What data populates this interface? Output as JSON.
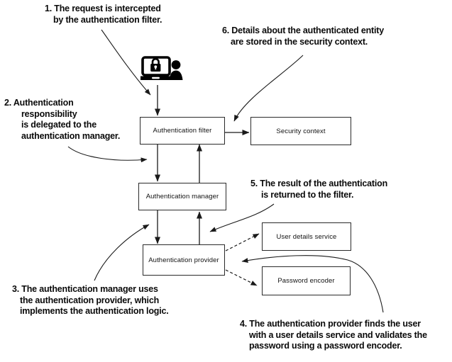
{
  "canvas": {
    "background": "#ffffff",
    "line_color": "#1a1a1a",
    "text_color": "#0a0a0a"
  },
  "icons": {
    "client": "laptop-lock-user-icon"
  },
  "boxes": {
    "authentication_filter": "Authentication filter",
    "security_context": "Security context",
    "authentication_manager": "Authentication manager",
    "authentication_provider": "Authentication provider",
    "user_details_service": "User details service",
    "password_encoder": "Password encoder"
  },
  "annotations": {
    "step1": {
      "lines": [
        "1. The request is intercepted",
        "by the authentication filter."
      ]
    },
    "step2": {
      "lines": [
        "2. Authentication",
        "responsibility",
        "is delegated to the",
        "authentication manager."
      ]
    },
    "step3": {
      "lines": [
        "3. The authentication manager uses",
        "the authentication provider, which",
        "implements the authentication logic."
      ]
    },
    "step4": {
      "lines": [
        "4. The authentication provider finds the user",
        "with a user details service and validates the",
        "password using a password encoder."
      ]
    },
    "step5": {
      "lines": [
        "5. The result of the authentication",
        "is returned to the filter."
      ]
    },
    "step6": {
      "lines": [
        "6. Details about the authenticated entity",
        "are stored in the security context."
      ]
    }
  }
}
